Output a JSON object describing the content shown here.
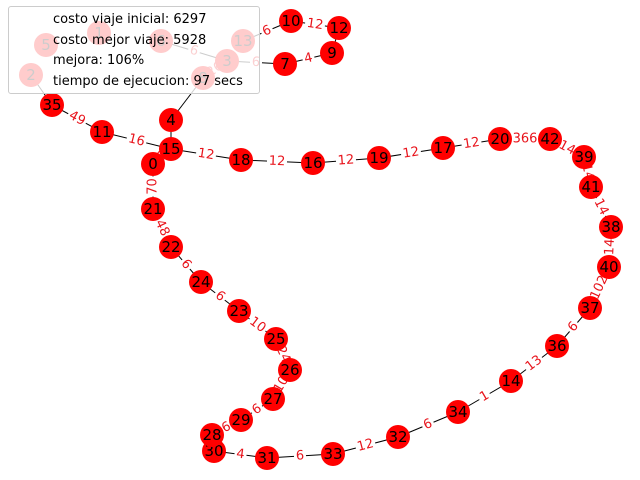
{
  "graph": {
    "nodes": [
      {
        "id": "10"
      },
      {
        "id": "12"
      },
      {
        "id": "9"
      },
      {
        "id": "7"
      },
      {
        "id": "13"
      },
      {
        "id": "3"
      },
      {
        "id": "5"
      },
      {
        "id": "2"
      },
      {
        "id": "1"
      },
      {
        "id": "6"
      },
      {
        "id": "8"
      },
      {
        "id": "35"
      },
      {
        "id": "11"
      },
      {
        "id": "4"
      },
      {
        "id": "15"
      },
      {
        "id": "0"
      },
      {
        "id": "18"
      },
      {
        "id": "16"
      },
      {
        "id": "19"
      },
      {
        "id": "17"
      },
      {
        "id": "20"
      },
      {
        "id": "42"
      },
      {
        "id": "39"
      },
      {
        "id": "41"
      },
      {
        "id": "38"
      },
      {
        "id": "40"
      },
      {
        "id": "37"
      },
      {
        "id": "36"
      },
      {
        "id": "14"
      },
      {
        "id": "34"
      },
      {
        "id": "32"
      },
      {
        "id": "33"
      },
      {
        "id": "31"
      },
      {
        "id": "30"
      },
      {
        "id": "28"
      },
      {
        "id": "29"
      },
      {
        "id": "27"
      },
      {
        "id": "26"
      },
      {
        "id": "25"
      },
      {
        "id": "23"
      },
      {
        "id": "24"
      },
      {
        "id": "22"
      },
      {
        "id": "21"
      }
    ],
    "edges": [
      {
        "source": "10",
        "target": "13",
        "label": "6"
      },
      {
        "source": "10",
        "target": "12",
        "label": "12"
      },
      {
        "source": "12",
        "target": "9",
        "label": ""
      },
      {
        "source": "9",
        "target": "7",
        "label": "4"
      },
      {
        "source": "7",
        "target": "3",
        "label": "6"
      },
      {
        "source": "3",
        "target": "6",
        "label": "6"
      },
      {
        "source": "3",
        "target": "8",
        "label": "26"
      },
      {
        "source": "8",
        "target": "4",
        "label": ""
      },
      {
        "source": "4",
        "target": "15",
        "label": ""
      },
      {
        "source": "2",
        "target": "35",
        "label": ""
      },
      {
        "source": "35",
        "target": "11",
        "label": "49"
      },
      {
        "source": "11",
        "target": "15",
        "label": "16"
      },
      {
        "source": "15",
        "target": "0",
        "label": "6"
      },
      {
        "source": "15",
        "target": "18",
        "label": "12"
      },
      {
        "source": "18",
        "target": "16",
        "label": "12"
      },
      {
        "source": "16",
        "target": "19",
        "label": "12"
      },
      {
        "source": "19",
        "target": "17",
        "label": "12"
      },
      {
        "source": "17",
        "target": "20",
        "label": "12"
      },
      {
        "source": "20",
        "target": "42",
        "label": "366"
      },
      {
        "source": "42",
        "target": "39",
        "label": "14"
      },
      {
        "source": "39",
        "target": "41",
        "label": "14"
      },
      {
        "source": "41",
        "target": "38",
        "label": "14"
      },
      {
        "source": "38",
        "target": "40",
        "label": "14"
      },
      {
        "source": "40",
        "target": "37",
        "label": "102"
      },
      {
        "source": "37",
        "target": "36",
        "label": "6"
      },
      {
        "source": "36",
        "target": "14",
        "label": "13"
      },
      {
        "source": "14",
        "target": "34",
        "label": "1"
      },
      {
        "source": "34",
        "target": "32",
        "label": "6"
      },
      {
        "source": "32",
        "target": "33",
        "label": "12"
      },
      {
        "source": "33",
        "target": "31",
        "label": "6"
      },
      {
        "source": "31",
        "target": "30",
        "label": "4"
      },
      {
        "source": "30",
        "target": "28",
        "label": ""
      },
      {
        "source": "28",
        "target": "29",
        "label": "6"
      },
      {
        "source": "29",
        "target": "27",
        "label": "6"
      },
      {
        "source": "27",
        "target": "26",
        "label": "10"
      },
      {
        "source": "26",
        "target": "25",
        "label": "24"
      },
      {
        "source": "25",
        "target": "23",
        "label": "10"
      },
      {
        "source": "23",
        "target": "24",
        "label": "6"
      },
      {
        "source": "24",
        "target": "22",
        "label": "6"
      },
      {
        "source": "22",
        "target": "21",
        "label": "48"
      },
      {
        "source": "21",
        "target": "0",
        "label": "70"
      }
    ]
  },
  "legend": {
    "items": [
      "costo viaje inicial: 6297",
      "costo mejor viaje: 5928",
      "mejora: 106%",
      "tiempo de ejecucion: 97 secs"
    ]
  },
  "colors": {
    "node": "#ff0000",
    "edge": "#000000",
    "edge_label": "#e8141c",
    "node_label": "#000000"
  }
}
